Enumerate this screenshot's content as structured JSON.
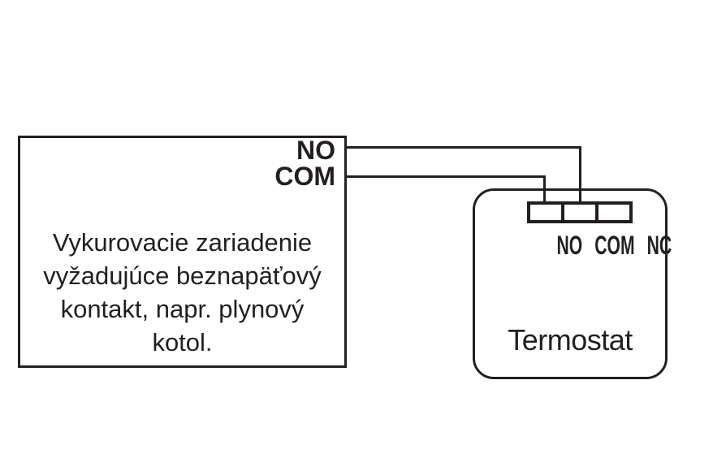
{
  "colors": {
    "ink": "#231f20",
    "paper": "#ffffff"
  },
  "heater": {
    "terminals": [
      {
        "label": "NO"
      },
      {
        "label": "COM"
      }
    ],
    "description_lines": [
      "Vykurovacie zariadenie",
      "vyžadujúce beznapäťový",
      "kontakt, napr. plynový",
      "kotol."
    ]
  },
  "thermostat": {
    "name": "Termostat",
    "terminals": [
      {
        "label": "NO"
      },
      {
        "label": "COM"
      },
      {
        "label": "NC"
      }
    ]
  },
  "connections": [
    {
      "from": "heater NO",
      "to": "thermostat COM"
    },
    {
      "from": "heater COM",
      "to": "thermostat NO"
    }
  ]
}
